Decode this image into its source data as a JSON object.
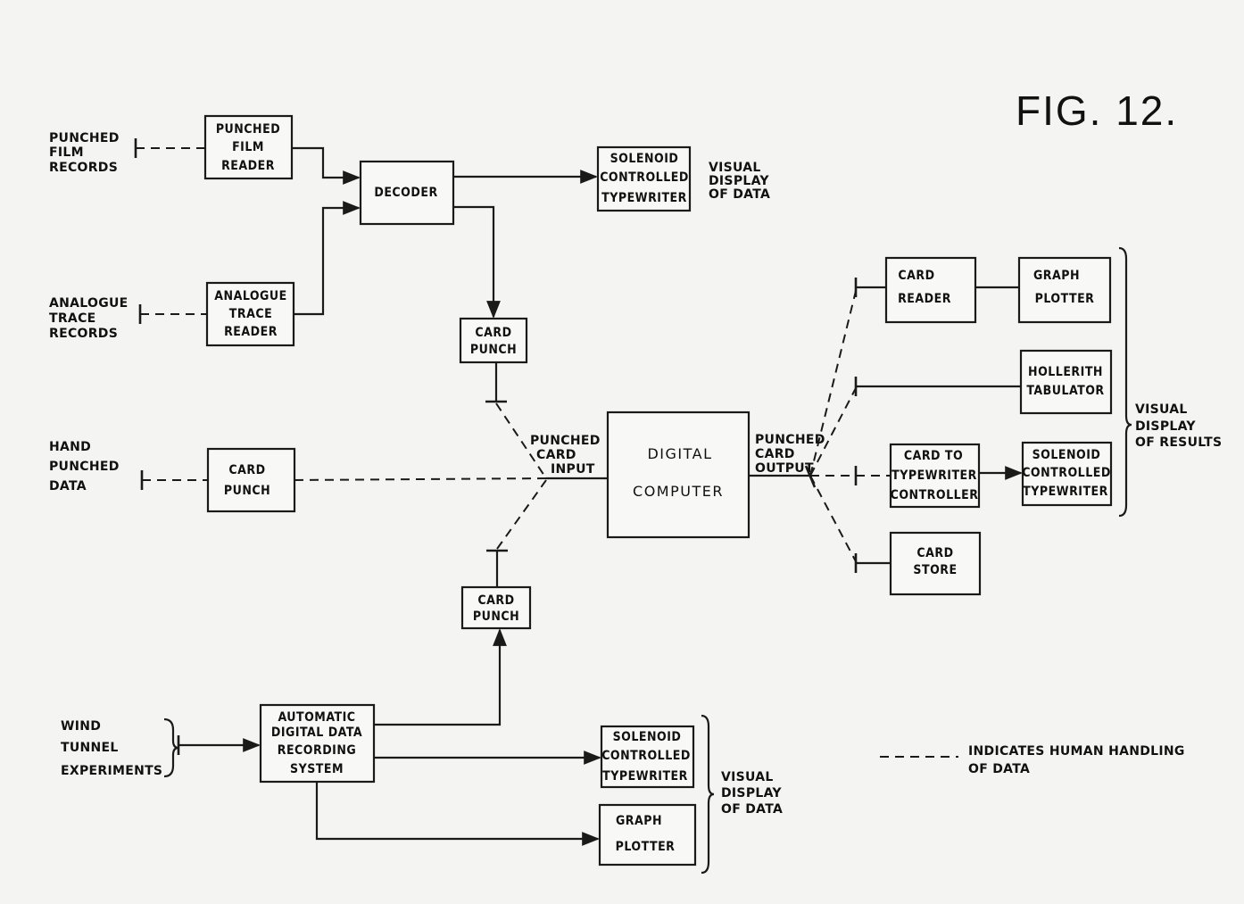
{
  "figure": {
    "title": "FIG. 12."
  },
  "inputs": {
    "punched_film_records": [
      "PUNCHED",
      "FILM",
      "RECORDS"
    ],
    "analogue_trace_records": [
      "ANALOGUE",
      "TRACE",
      "RECORDS"
    ],
    "hand_punched_data": [
      "HAND",
      "PUNCHED",
      "DATA"
    ],
    "wind_tunnel_experiments": [
      "WIND",
      "TUNNEL",
      "EXPERIMENTS"
    ]
  },
  "boxes": {
    "punched_film_reader": [
      "PUNCHED",
      "FILM",
      "READER"
    ],
    "analogue_trace_reader": [
      "ANALOGUE",
      "TRACE",
      "READER"
    ],
    "decoder": [
      "DECODER"
    ],
    "solenoid_typewriter_top": [
      "SOLENOID",
      "CONTROLLED",
      "TYPEWRITER"
    ],
    "card_punch_upper": [
      "CARD",
      "PUNCH"
    ],
    "card_punch_hand": [
      "CARD",
      "PUNCH"
    ],
    "card_punch_lower": [
      "CARD",
      "PUNCH"
    ],
    "digital_computer": [
      "DIGITAL",
      "COMPUTER"
    ],
    "automatic_recording_system": [
      "AUTOMATIC",
      "DIGITAL DATA",
      "RECORDING",
      "SYSTEM"
    ],
    "solenoid_typewriter_bottom": [
      "SOLENOID",
      "CONTROLLED",
      "TYPEWRITER"
    ],
    "graph_plotter_bottom": [
      "GRAPH",
      "PLOTTER"
    ],
    "card_reader": [
      "CARD",
      "READER"
    ],
    "graph_plotter_right": [
      "GRAPH",
      "PLOTTER"
    ],
    "hollerith_tabulator": [
      "HOLLERITH",
      "TABULATOR"
    ],
    "card_to_typewriter_controller": [
      "CARD  TO",
      "TYPEWRITER",
      "CONTROLLER"
    ],
    "solenoid_typewriter_right": [
      "SOLENOID",
      "CONTROLLED",
      "TYPEWRITER"
    ],
    "card_store": [
      "CARD",
      "STORE"
    ]
  },
  "annotations": {
    "visual_display_top": [
      "VISUAL",
      "DISPLAY",
      "OF  DATA"
    ],
    "punched_card_input": [
      "PUNCHED",
      "CARD",
      "INPUT"
    ],
    "punched_card_output": [
      "PUNCHED",
      "CARD",
      "OUTPUT"
    ],
    "visual_display_results": [
      "VISUAL",
      "DISPLAY",
      "OF  RESULTS"
    ],
    "visual_display_bottom": [
      "VISUAL",
      "DISPLAY",
      "OF  DATA"
    ]
  },
  "legend": {
    "text": [
      "INDICATES  HUMAN  HANDLING",
      "OF  DATA"
    ]
  }
}
